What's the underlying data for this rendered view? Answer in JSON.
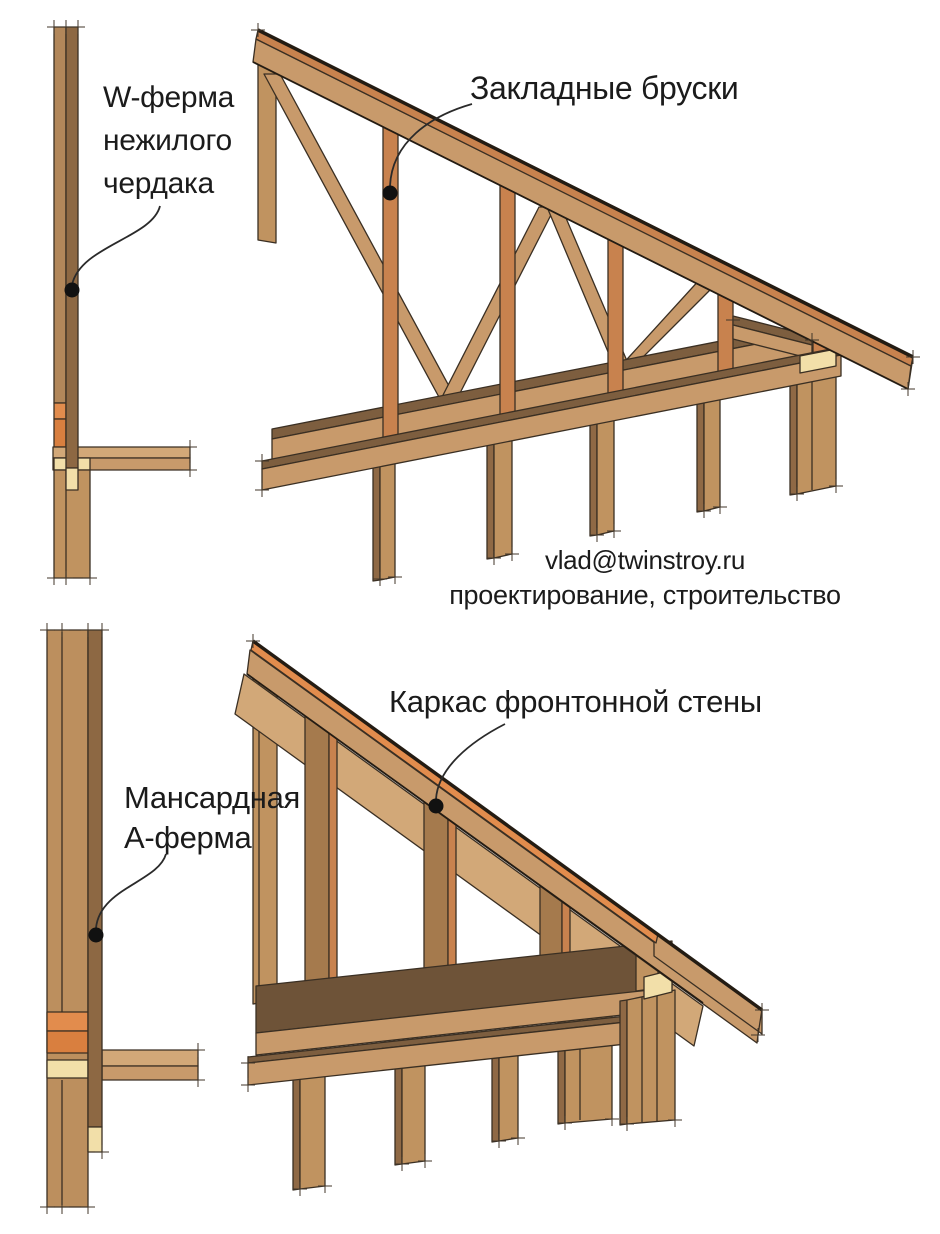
{
  "annotations": {
    "w_truss_label": {
      "line1": "W-ферма",
      "line2": "нежилого",
      "line3": "чердака"
    },
    "embedded_bars_label": "Закладные бруски",
    "gable_wall_label": "Каркас фронтонной стены",
    "mansard_label": {
      "line1": "Мансардная",
      "line2": "А-ферма"
    },
    "contact": {
      "email": "vlad@twinstroy.ru",
      "tagline": "проектирование, строительство"
    }
  },
  "palette": {
    "background": "#FFFFFF",
    "line": "#3A2F23",
    "text": "#1B1B1B",
    "wood_tan": "#C89A6B",
    "wood_tan_light": "#D2A878",
    "wood_tan_mid": "#C09360",
    "wood_tan_dark": "#A57A4D",
    "wood_orange": "#C8824E",
    "wood_orange_bright": "#E28C4D",
    "wood_dark_face": "#7D5E3F",
    "wood_pale": "#F2DFA9",
    "side_post_light": "#B2875A",
    "side_post_dark": "#8D6843"
  }
}
